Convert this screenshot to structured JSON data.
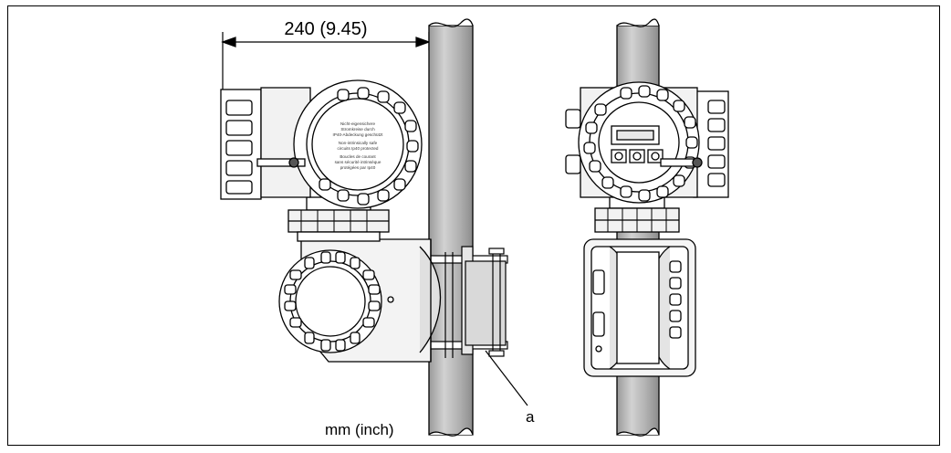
{
  "dimension": {
    "label": "240 (9.45)"
  },
  "units": {
    "label": "mm (inch)"
  },
  "callout": {
    "label": "a"
  },
  "front_cover_text": [
    "Nicht-eigensichere",
    "Stromkreise durch",
    "IP40-Abdeckung geschützt",
    "Non-intrinsically safe",
    "circuits Ip40 protected",
    "Boucles de courant",
    "sans sécurité intrinsèque",
    "protégées par Ip40"
  ],
  "colors": {
    "pipe": "#b4b4b4",
    "line": "#000000",
    "body": "#ffffff",
    "shade": "#e2e2e2"
  }
}
